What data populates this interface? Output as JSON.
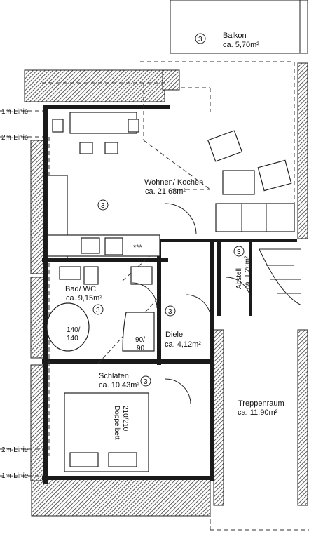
{
  "rooms": {
    "balkon": {
      "name": "Balkon",
      "area": "ca. 5,70m²",
      "marker": "3"
    },
    "wohnen": {
      "name": "Wohnen/ Kochen",
      "area": "ca. 21,68m²",
      "marker": "3"
    },
    "bad": {
      "name": "Bad/ WC",
      "area": "ca. 9,15m²",
      "marker": "3"
    },
    "diele": {
      "name": "Diele",
      "area": "ca. 4,12m²",
      "marker": "3"
    },
    "abstell": {
      "name": "Abstell",
      "area": "ca. 1,20m²",
      "marker": "3"
    },
    "schlafen": {
      "name": "Schlafen",
      "area": "ca. 10,43m²",
      "marker": "3"
    },
    "treppenraum": {
      "name": "Treppenraum",
      "area": "ca. 11,90m²"
    }
  },
  "level_lines": {
    "top_1m": "1m-Linie",
    "top_2m": "2m-Linie",
    "bottom_2m": "2m-Linie",
    "bottom_1m": "1m-Linie"
  },
  "fixtures": {
    "bathtub_size_1": "140/",
    "bathtub_size_2": "140",
    "shower_size_1": "90/",
    "shower_size_2": "90",
    "bed_label_1": "Doppelbett",
    "bed_label_2": "210/210",
    "hob": "***"
  }
}
